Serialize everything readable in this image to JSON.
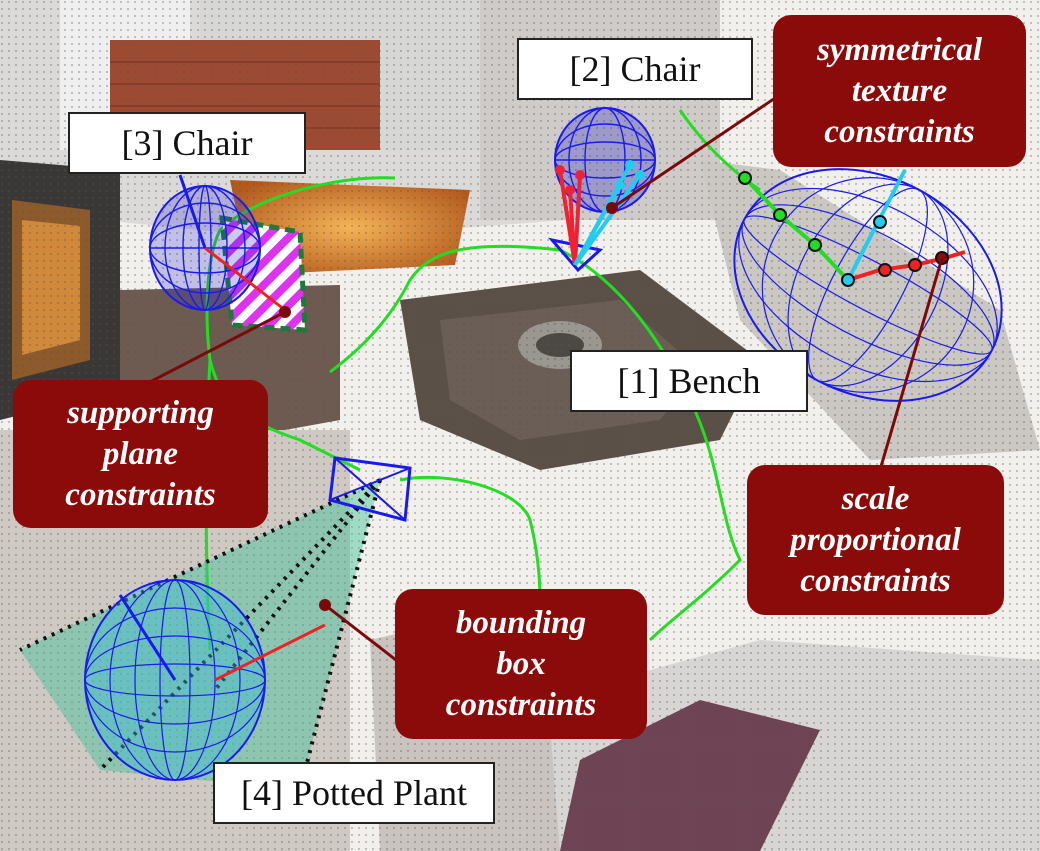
{
  "object_labels": {
    "bench": "[1] Bench",
    "chair2": "[2] Chair",
    "chair3": "[3] Chair",
    "plant": "[4] Potted Plant"
  },
  "constraints": {
    "symmetrical": [
      "symmetrical",
      "texture",
      "constraints"
    ],
    "supporting": [
      "supporting",
      "plane",
      "constraints"
    ],
    "scale": [
      "scale",
      "proportional",
      "constraints"
    ],
    "bbox": [
      "bounding",
      "box",
      "constraints"
    ]
  },
  "colors": {
    "label_bg": "#8b0a0a",
    "camera_path": "#22dd22",
    "ellipsoid": "#1a1aee",
    "texture_link": "#22ccee",
    "scale_link": "#ee2222",
    "support_plane": "#ee44ee"
  }
}
